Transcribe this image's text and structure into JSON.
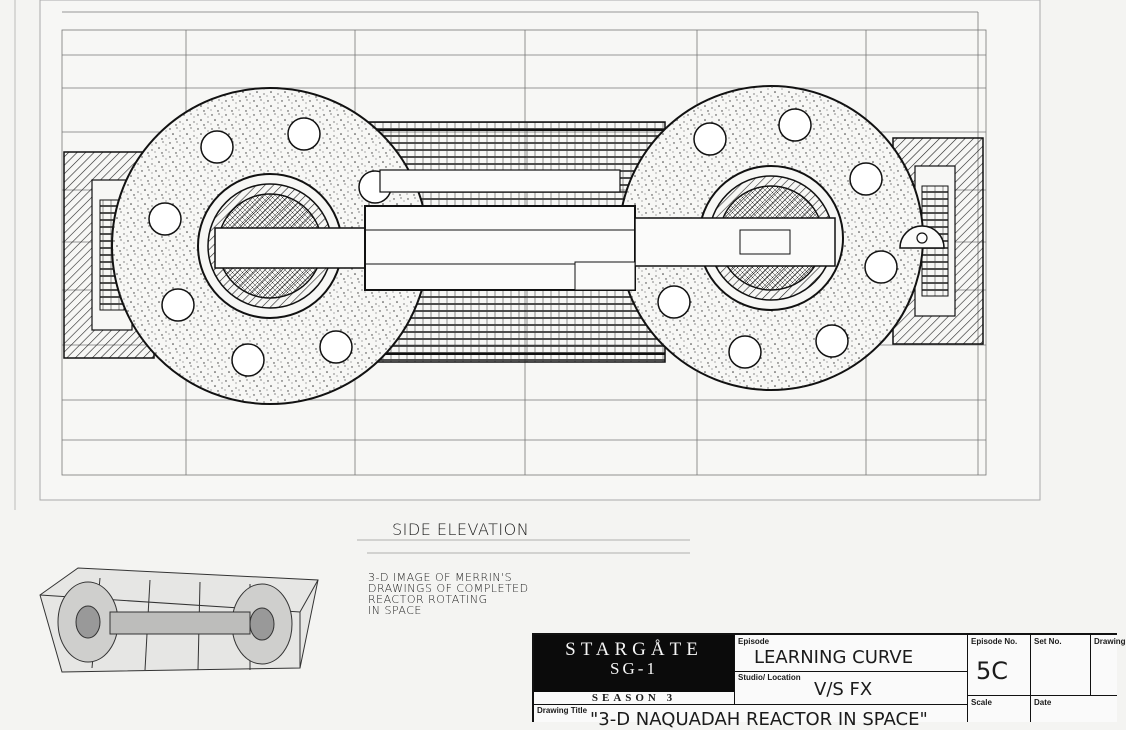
{
  "drawing": {
    "view_label": "SIDE ELEVATION",
    "note_lines": [
      "3-D IMAGE OF MERRIN'S",
      "DRAWINGS OF COMPLETED",
      "REACTOR ROTATING",
      "IN SPACE"
    ]
  },
  "title_block": {
    "logo_line1": "STARGÅTE",
    "logo_line2": "SG-1",
    "season": "SEASON 3",
    "episode_label": "Episode",
    "episode_value": "LEARNING CURVE",
    "studio_label": "Studio/ Location",
    "studio_value": "V/S FX",
    "drawing_title_label": "Drawing Title",
    "drawing_title_value": "\"3-D NAQUADAH REACTOR IN SPACE\"",
    "episode_no_label": "Episode No.",
    "episode_no_value": "5C",
    "set_no_label": "Set No.",
    "drawing_label": "Drawing",
    "scale_label": "Scale",
    "date_label": "Date"
  }
}
